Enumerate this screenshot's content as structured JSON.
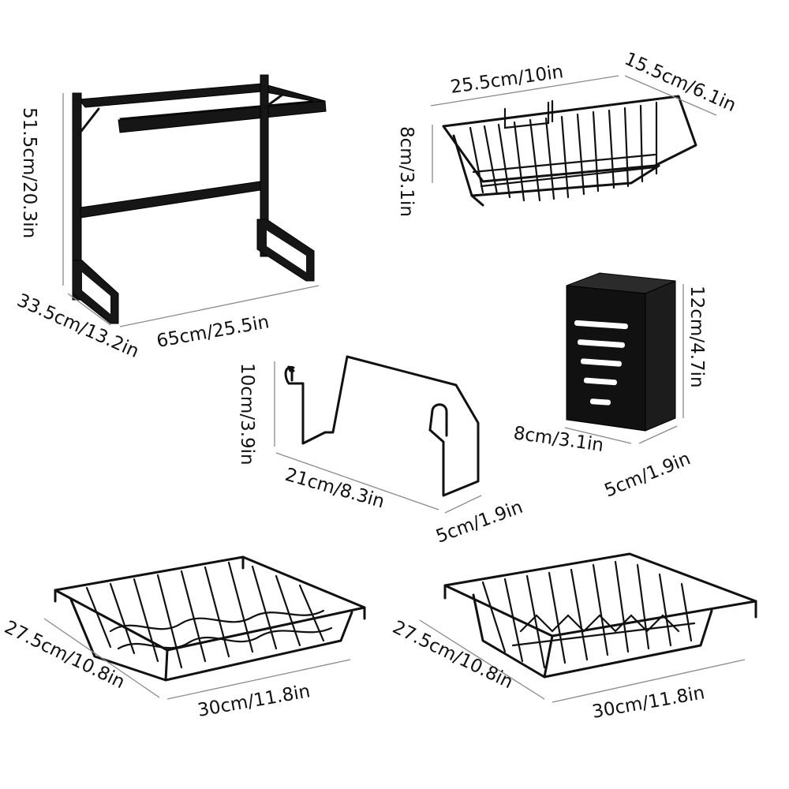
{
  "colors": {
    "product": "#161616",
    "dimension_line": "#8a8a8a",
    "text": "#111111"
  },
  "rack": {
    "height": "51.5cm/20.3in",
    "depth": "33.5cm/13.2in",
    "width": "65cm/25.5in"
  },
  "basket": {
    "width": "25.5cm/10in",
    "depth": "15.5cm/6.1in",
    "height": "8cm/3.1in"
  },
  "cutlery_holder": {
    "height": "12cm/4.7in",
    "width": "8cm/3.1in",
    "depth": "5cm/1.9in"
  },
  "lid_holder": {
    "height": "10cm/3.9in",
    "width": "21cm/8.3in",
    "depth": "5cm/1.9in"
  },
  "dish_rack_left": {
    "depth": "27.5cm/10.8in",
    "width": "30cm/11.8in"
  },
  "dish_rack_right": {
    "depth": "27.5cm/10.8in",
    "width": "30cm/11.8in"
  }
}
